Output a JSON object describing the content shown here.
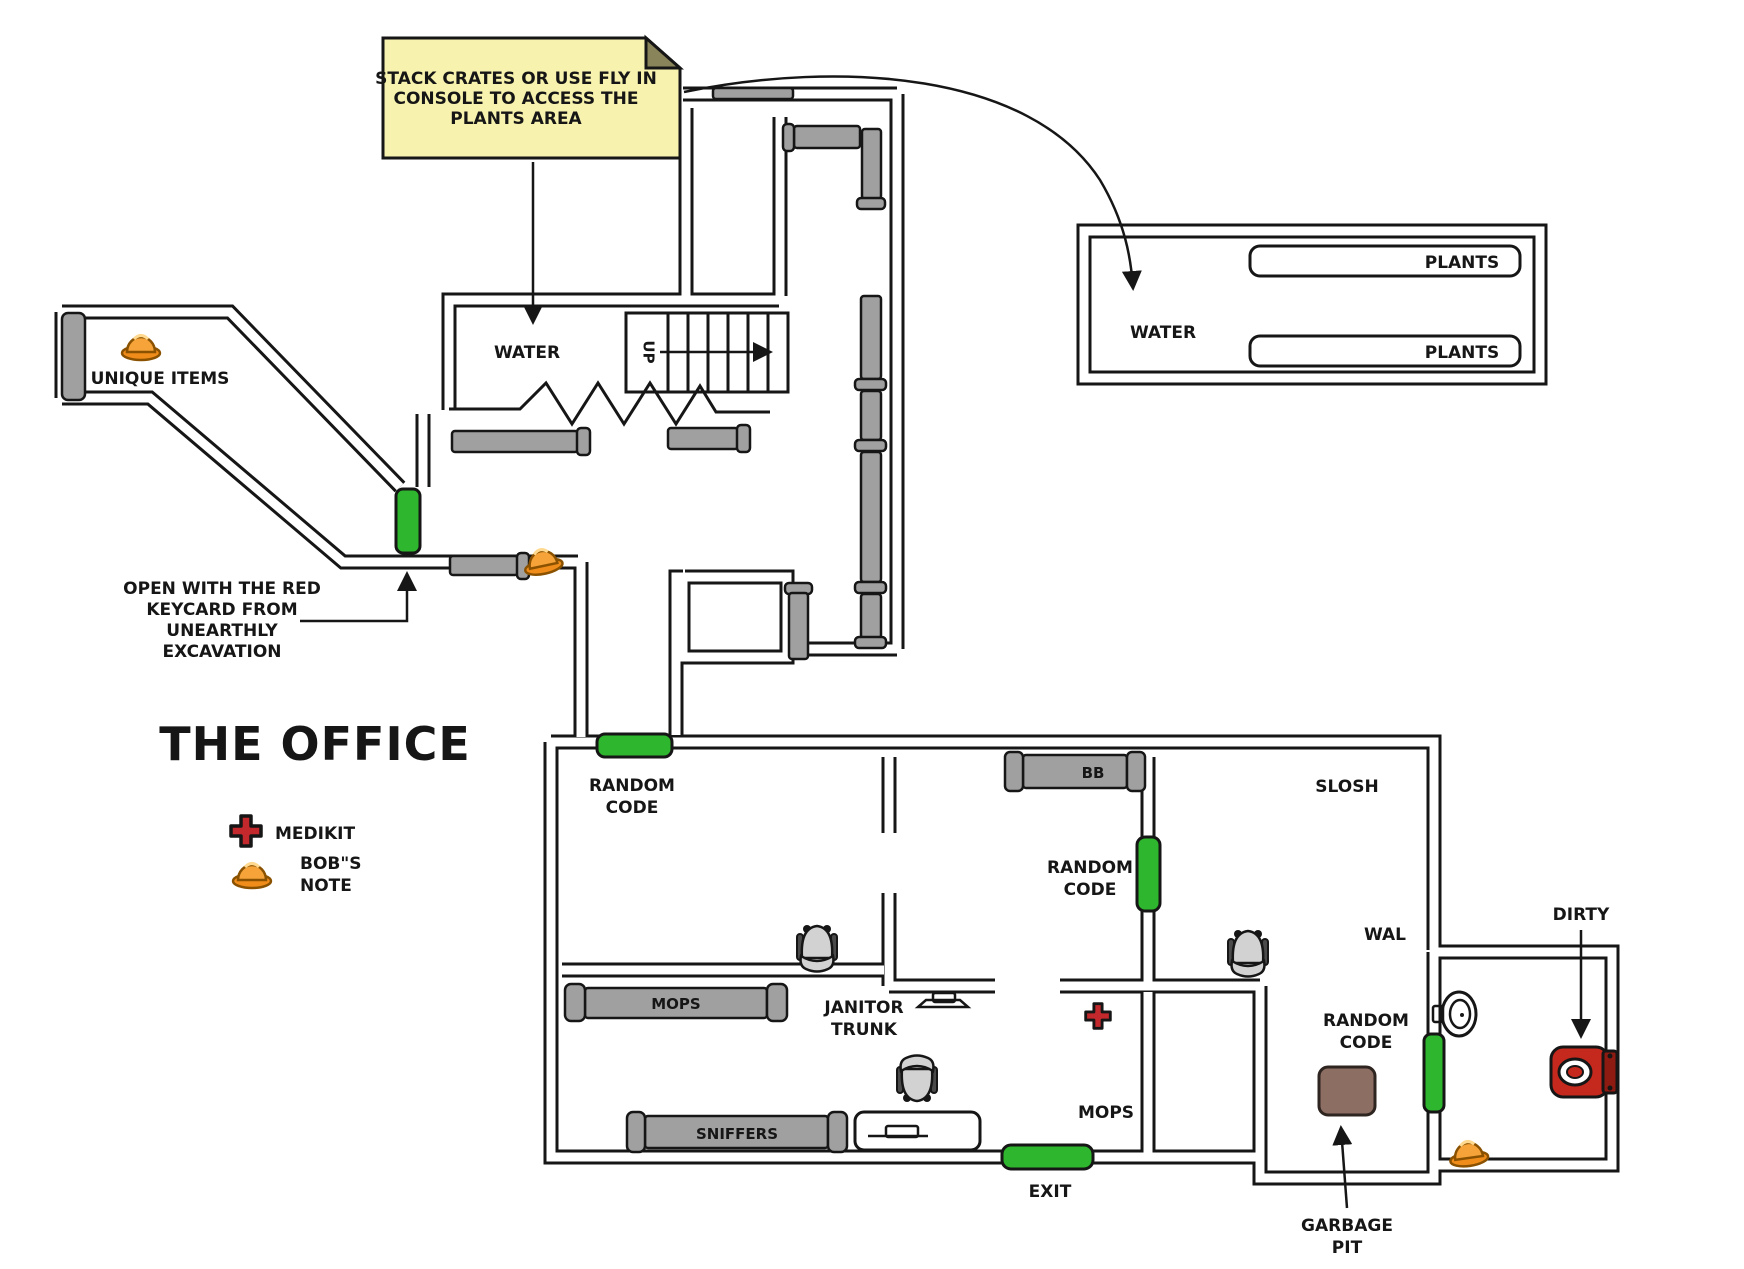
{
  "title": "THE OFFICE",
  "sticky_note": {
    "lines": [
      "STACK CRATES OR USE FLY IN",
      "CONSOLE TO ACCESS THE",
      "PLANTS AREA"
    ]
  },
  "keycard_note": {
    "lines": [
      "OPEN WITH THE RED",
      "KEYCARD FROM",
      "UNEARTHLY",
      "EXCAVATION"
    ]
  },
  "legend": {
    "medikit": "MEDIKIT",
    "bobs_note": [
      "BOB\"S",
      "NOTE"
    ]
  },
  "labels": {
    "unique_items": "UNIQUE ITEMS",
    "water": "WATER",
    "up": "UP",
    "plants": "PLANTS",
    "random_code": [
      "RANDOM",
      "CODE"
    ],
    "bb": "BB",
    "slosh": "SLOSH",
    "wal": "WAL",
    "mops": "MOPS",
    "janitor_trunk": [
      "JANITOR",
      "TRUNK"
    ],
    "sniffers": "SNIFFERS",
    "exit": "EXIT",
    "garbage_pit": [
      "GARBAGE",
      "PIT"
    ],
    "dirty": "DIRTY"
  },
  "icons": {
    "hard_hat": "bobs-note-hard-hat-icon",
    "medikit": "medikit-cross-icon",
    "chair": "office-chair-icon",
    "toilet": "toilet-icon",
    "sink": "sink-icon",
    "garbage_pit": "garbage-pit",
    "stairs": "stairs-up",
    "door": "green-door",
    "crate": "crate"
  },
  "colors": {
    "door_green": "#2eb62e",
    "crate_gray": "#a0a0a0",
    "note_yellow": "#f7f3ae",
    "note_fold": "#8a845a",
    "medikit_red": "#c3282d",
    "toilet_red": "#c5281c",
    "garbage_brown": "#8d6e63",
    "hat_orange": "#f08c1a",
    "wall_black": "#161616"
  }
}
